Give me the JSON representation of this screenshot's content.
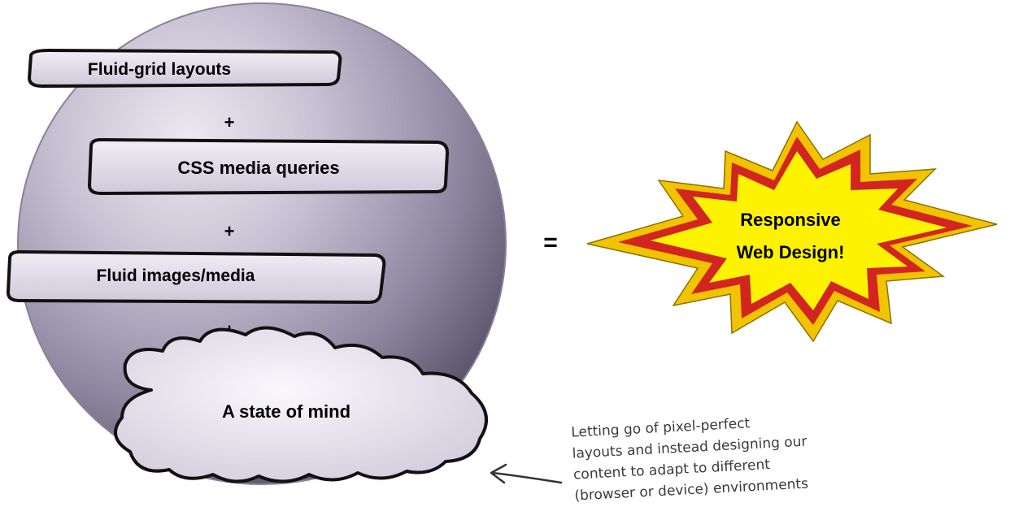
{
  "diagram": {
    "items": [
      {
        "label": "Fluid-grid layouts"
      },
      {
        "label": "CSS media queries"
      },
      {
        "label": "Fluid images/media"
      },
      {
        "label": "A state of mind"
      }
    ],
    "plus_signs": [
      "+",
      "+",
      "+"
    ],
    "equals": "=",
    "result": {
      "line1": "Responsive",
      "line2": "Web Design!"
    },
    "annotation": {
      "lines": [
        "Letting go of pixel-perfect",
        "layouts and instead designing our",
        "content to adapt to different",
        "(browser or device) environments"
      ]
    }
  },
  "colors": {
    "sphere_light": "#e6e2ec",
    "sphere_mid": "#9f97b0",
    "sphere_dark": "#615a70",
    "box_fill": "#dcd6e6",
    "starburst_outer": "#f2c400",
    "starburst_mid": "#d2251f",
    "starburst_inner": "#fdf300",
    "text_dark": "#000000",
    "note_text": "#3a3a3a"
  }
}
